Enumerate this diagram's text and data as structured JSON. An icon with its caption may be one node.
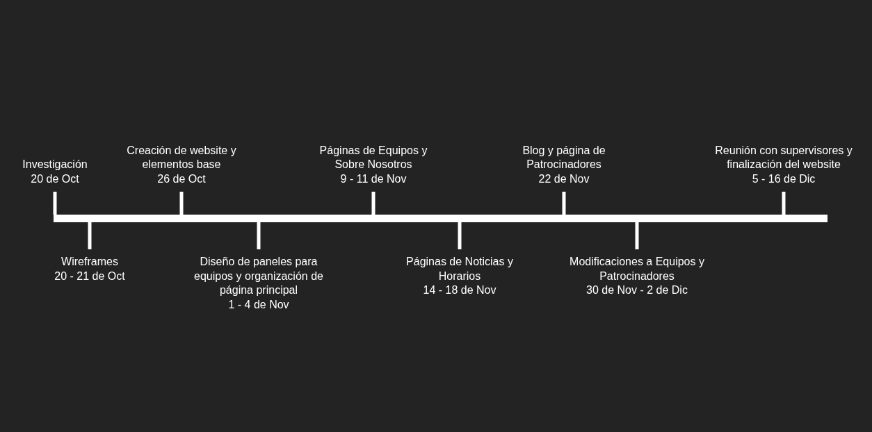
{
  "diagram": {
    "nodes": [
      {
        "text": [
          "Investigación",
          "20 de Oct"
        ]
      },
      {
        "text": [
          "Wireframes",
          "20 - 21 de Oct"
        ]
      },
      {
        "text": [
          "Creación de website y elementos base",
          "26 de Oct"
        ]
      },
      {
        "text": [
          "Diseño de paneles para equipos y organización de página principal",
          "1 - 4 de Nov"
        ]
      },
      {
        "text": [
          "Páginas de Equipos y Sobre Nosotros",
          "9 - 11 de Nov"
        ]
      },
      {
        "text": [
          "Páginas de Noticias y Horarios",
          "14 - 18 de Nov"
        ]
      },
      {
        "text": [
          "Blog y página de Patrocinadores",
          "22 de Nov"
        ]
      },
      {
        "text": [
          "Modificaciones a Equipos y Patrocinadores",
          "30 de Nov - 2 de Dic"
        ]
      },
      {
        "text": [
          "Reunión con supervisores y finalización del website",
          "5 - 16 de Dic"
        ]
      },
      {
        "text": [],
        "shape": "bar"
      }
    ],
    "edges": [
      {
        "from": 0,
        "to": 9,
        "arrow": "none"
      },
      {
        "from": 1,
        "to": 9,
        "arrow": "none"
      },
      {
        "from": 2,
        "to": 9,
        "arrow": "none"
      },
      {
        "from": 3,
        "to": 9,
        "arrow": "none"
      },
      {
        "from": 4,
        "to": 9,
        "arrow": "none"
      },
      {
        "from": 5,
        "to": 9,
        "arrow": "none"
      },
      {
        "from": 6,
        "to": 9,
        "arrow": "none"
      },
      {
        "from": 7,
        "to": 9,
        "arrow": "none"
      },
      {
        "from": 8,
        "to": 9,
        "arrow": "none"
      }
    ]
  }
}
